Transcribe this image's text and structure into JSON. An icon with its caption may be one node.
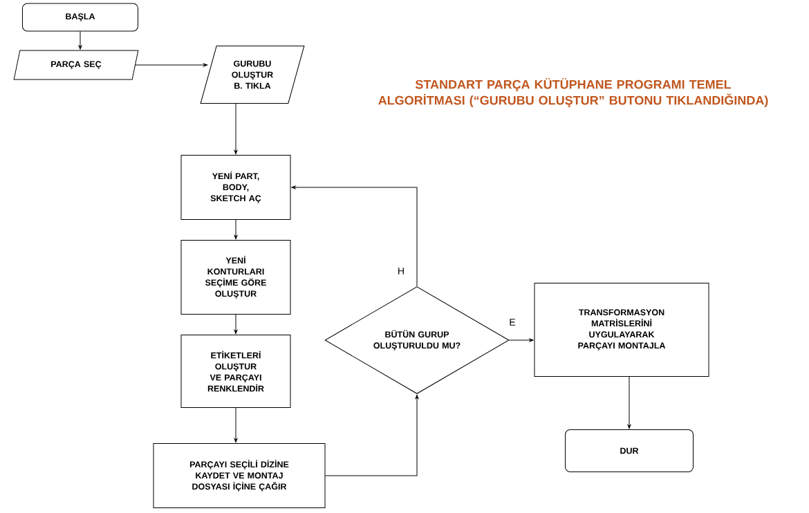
{
  "diagram": {
    "title": "STANDART PARÇA KÜTÜPHANE PROGRAMI TEMEL ALGORİTMASI (“GURUBU OLUŞTUR” BUTONU TIKLANDIĞINDA)",
    "nodes": [
      {
        "text": [
          "BAŞLA"
        ]
      },
      {
        "text": [
          "PARÇA SEÇ"
        ]
      },
      {
        "text": [
          "GURUBU OLUŞTUR B. TIKLA"
        ]
      },
      {
        "text": [
          "YENİ PART, BODY, SKETCH AÇ"
        ]
      },
      {
        "text": [
          "YENİ KONTURLARI SEÇİME GÖRE OLUŞTUR"
        ]
      },
      {
        "text": [
          "ETİKETLERİ OLUŞTUR VE PARÇAYI RENKLENDİR"
        ]
      },
      {
        "text": [
          "PARÇAYI SEÇİLİ DİZİNE KAYDET VE MONTAJ DOSYASI İÇİNE ÇAĞIR"
        ]
      },
      {
        "text": [
          "BÜTÜN GURUP OLUŞTURULDU MU?"
        ]
      },
      {
        "text": [
          "TRANSFORMASYON MATRİSLERİNİ UYGULAYARAK PARÇAYI MONTAJLA"
        ]
      },
      {
        "text": [
          "DUR"
        ]
      }
    ],
    "edges": [
      {
        "from": 0,
        "to": 1,
        "arrow": "to"
      },
      {
        "from": 1,
        "to": 2,
        "arrow": "to"
      },
      {
        "from": 2,
        "to": 3,
        "arrow": "to"
      },
      {
        "from": 3,
        "to": 4,
        "arrow": "to"
      },
      {
        "from": 4,
        "to": 5,
        "arrow": "to"
      },
      {
        "from": 5,
        "to": 6,
        "arrow": "to"
      },
      {
        "from": 6,
        "to": 7,
        "arrow": "to"
      },
      {
        "from": 7,
        "to": 3,
        "arrow": "to",
        "label": "H"
      },
      {
        "from": 7,
        "to": 8,
        "arrow": "to",
        "label": "E"
      },
      {
        "from": 8,
        "to": 9,
        "arrow": "to"
      }
    ]
  }
}
